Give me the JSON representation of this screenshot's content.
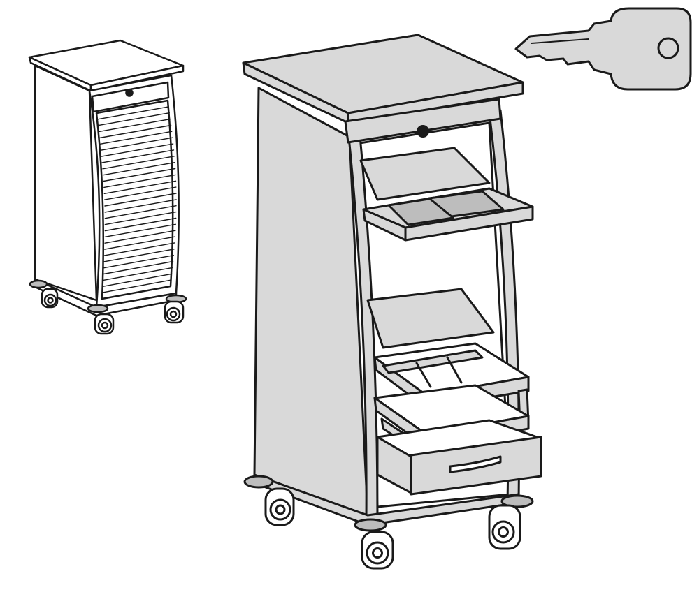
{
  "illustration": {
    "subjects": [
      "small-cart-closed",
      "large-cart-open",
      "key"
    ],
    "colors": {
      "ink": "#1a1a1a",
      "fill": "#d9d9d9",
      "fill_dark": "#bdbdbd",
      "paper": "#ffffff"
    },
    "small_cart": {
      "shutter_slats": 30
    },
    "large_cart": {
      "shelves": 2,
      "pullout_trays": 1,
      "drawers": 1,
      "wire_baskets": 2
    }
  }
}
